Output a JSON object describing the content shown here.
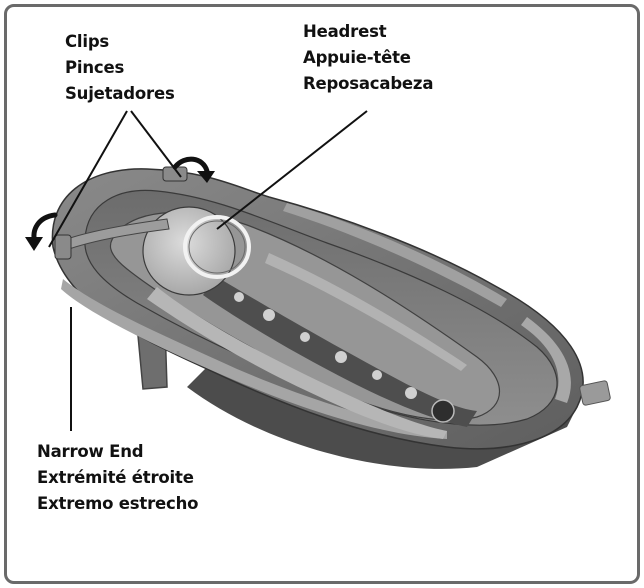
{
  "callouts": {
    "clips": [
      "Clips",
      "Pinces",
      "Sujetadores"
    ],
    "headrest": [
      "Headrest",
      "Appuie-tête",
      "Reposacabeza"
    ],
    "narrow_end": [
      "Narrow End",
      "Extrémité étroite",
      "Extremo estrecho"
    ]
  },
  "colors": {
    "tub_shell": "#7c7c7c",
    "tub_dark": "#5a5a5a",
    "sling": "#9a9a9a",
    "headrest": "#c8c8c8",
    "pattern_band": "#4e4e4e",
    "border": "#6a6a6a"
  },
  "icons": [
    "rotation-arrow-icon",
    "rotation-arrow-icon"
  ]
}
